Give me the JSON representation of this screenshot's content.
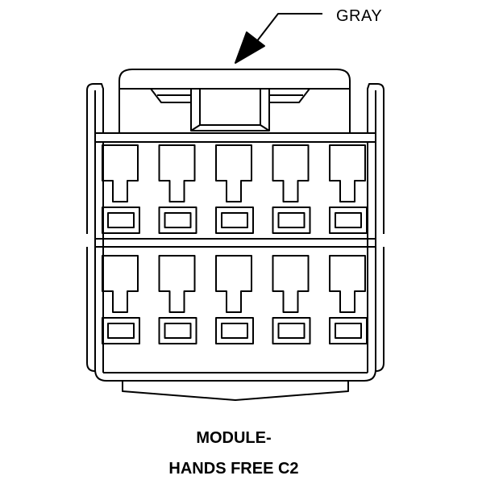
{
  "connector": {
    "color_label": "GRAY",
    "title_line1": "MODULE-",
    "title_line2": "HANDS FREE C2",
    "rows": 2,
    "columns": 5
  }
}
